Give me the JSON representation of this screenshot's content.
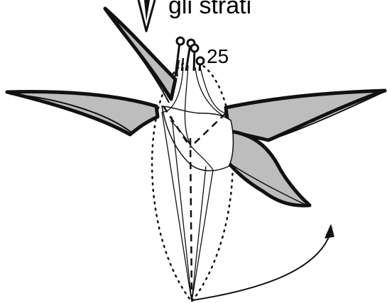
{
  "diagram": {
    "instruction_text": "gli strati",
    "step_number": "25",
    "colors": {
      "petal_fill": "#bdbdbd",
      "outline": "#111111",
      "background": "#ffffff"
    },
    "elements": [
      "top-petal",
      "left-petal",
      "right-petal",
      "right-lower-petal",
      "stamens",
      "dotted-outline",
      "dashed-fold-lines",
      "curved-action-arrow",
      "down-arrow"
    ]
  }
}
